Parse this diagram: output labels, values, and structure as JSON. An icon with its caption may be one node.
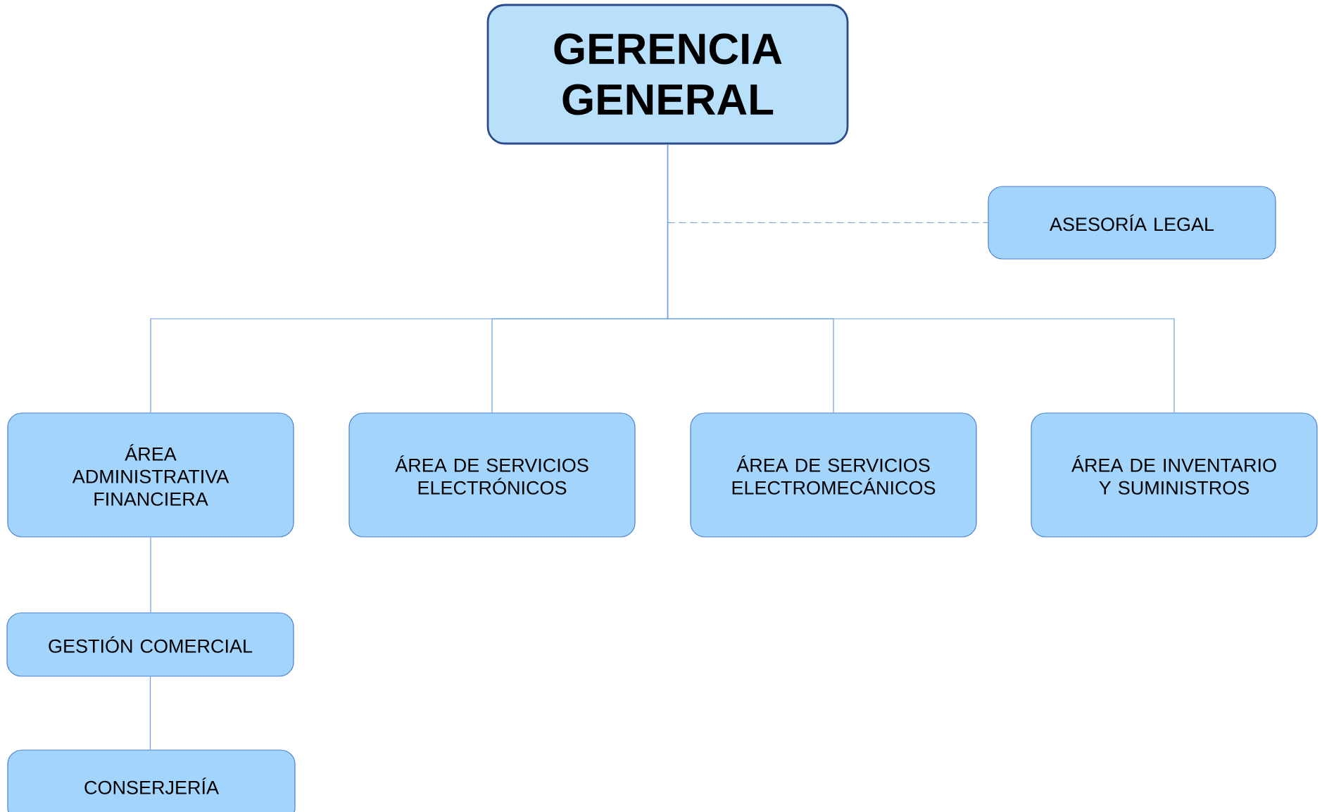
{
  "diagram": {
    "nodes": [
      {
        "text": [
          "GERENCIA GENERAL"
        ]
      },
      {
        "text": [
          "ASESORÍA LEGAL"
        ]
      },
      {
        "text": [
          "ÁREA ADMINISTRATIVA FINANCIERA"
        ]
      },
      {
        "text": [
          "ÁREA DE SERVICIOS ELECTRÓNICOS"
        ]
      },
      {
        "text": [
          "ÁREA DE SERVICIOS ELECTROMECÁNICOS"
        ]
      },
      {
        "text": [
          "ÁREA DE INVENTARIO Y SUMINISTROS"
        ]
      },
      {
        "text": [
          "GESTIÓN COMERCIAL"
        ]
      },
      {
        "text": [
          "CONSERJERÍA"
        ]
      }
    ],
    "edges": [
      {
        "from": 0,
        "to": 1,
        "arrow": "none",
        "style": "dashed"
      },
      {
        "from": 0,
        "to": 2,
        "arrow": "none"
      },
      {
        "from": 0,
        "to": 3,
        "arrow": "none"
      },
      {
        "from": 0,
        "to": 4,
        "arrow": "none"
      },
      {
        "from": 0,
        "to": 5,
        "arrow": "none"
      },
      {
        "from": 2,
        "to": 6,
        "arrow": "none"
      },
      {
        "from": 6,
        "to": 7,
        "arrow": "none"
      }
    ]
  }
}
